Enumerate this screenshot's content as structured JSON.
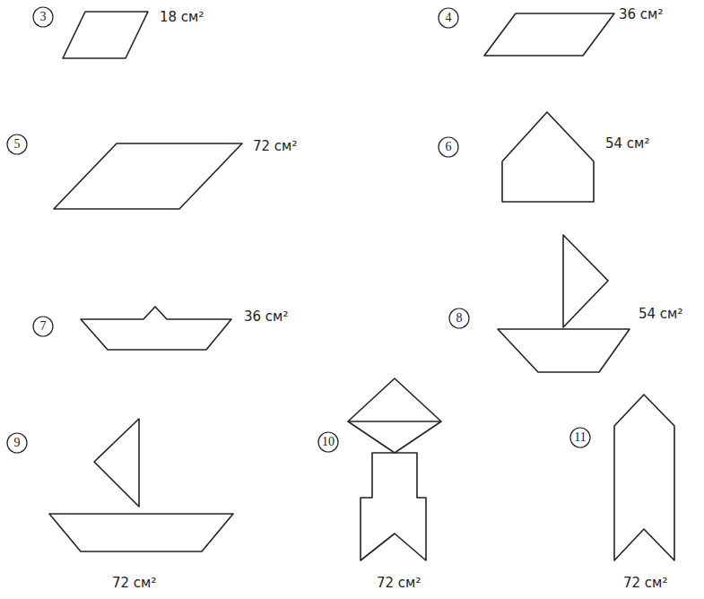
{
  "diagram": {
    "nodes": [
      {
        "text": [
          "3"
        ]
      },
      {
        "text": [
          "4"
        ]
      },
      {
        "text": [
          "5"
        ]
      },
      {
        "text": [
          "6"
        ]
      },
      {
        "text": [
          "7"
        ]
      },
      {
        "text": [
          "8"
        ]
      },
      {
        "text": [
          "9"
        ]
      },
      {
        "text": [
          "10"
        ]
      },
      {
        "text": [
          "11"
        ]
      }
    ],
    "labels": [
      "18 см²",
      "36 см²",
      "72 см²",
      "54 см²",
      "36 см²",
      "54 см²",
      "72 см²",
      "72 см²",
      "72 см²"
    ]
  }
}
